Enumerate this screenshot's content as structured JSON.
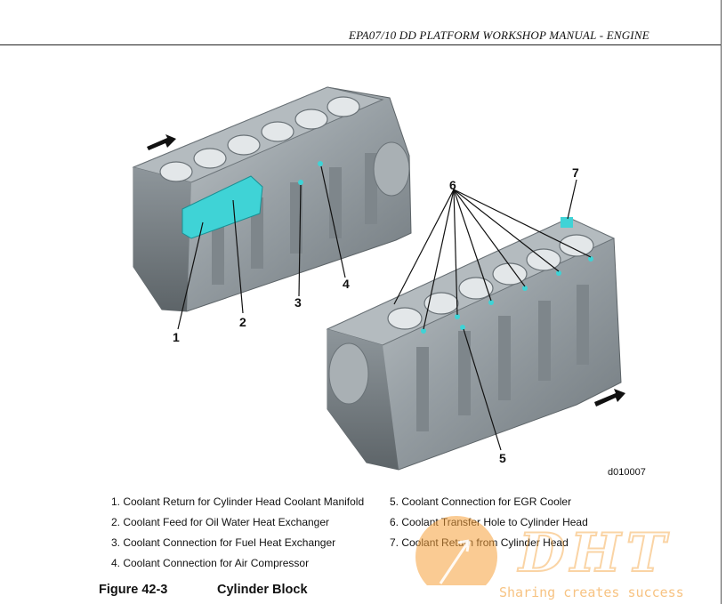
{
  "header": {
    "title": "EPA07/10 DD PLATFORM WORKSHOP MANUAL - ENGINE"
  },
  "figure": {
    "callouts": [
      "1",
      "2",
      "3",
      "4",
      "5",
      "6",
      "7"
    ],
    "figure_id": "d010007"
  },
  "legend": {
    "items": [
      "1. Coolant Return for Cylinder Head Coolant Manifold",
      "2. Coolant Feed for Oil Water Heat Exchanger",
      "3. Coolant Connection for Fuel Heat Exchanger",
      "4. Coolant Connection for Air Compressor",
      "5. Coolant Connection for EGR Cooler",
      "6. Coolant Transfer Hole to Cylinder Head",
      "7. Coolant Return from Cylinder Head"
    ]
  },
  "caption": {
    "number": "Figure 42-3",
    "title": "Cylinder Block"
  },
  "watermark": {
    "logo_text": "DHT",
    "tagline": "Sharing creates success"
  },
  "colors": {
    "block_gray": "#9aa2a6",
    "coolant_cyan": "#3fd3d6",
    "watermark_orange": "#f5a13a"
  }
}
